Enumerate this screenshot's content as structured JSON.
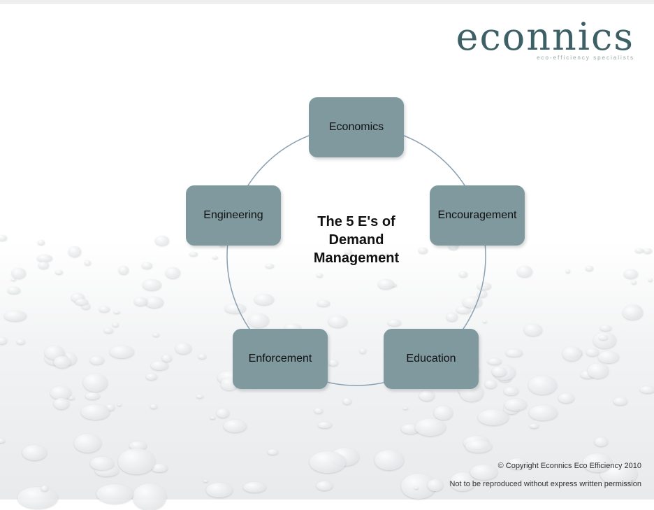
{
  "logo": {
    "word": "econnics",
    "tagline": "eco-efficiency specialists"
  },
  "diagram": {
    "center_title": "The 5 E's of\nDemand\nManagement",
    "nodes": [
      "Economics",
      "Encouragement",
      "Education",
      "Enforcement",
      "Engineering"
    ]
  },
  "footer": {
    "copyright": "© Copyright Econnics Eco Efficiency 2010",
    "notice": "Not to be reproduced without express written permission"
  },
  "colors": {
    "node_fill": "#7f999e",
    "ring": "#8a9fb0",
    "logo": "#3d5f66"
  }
}
